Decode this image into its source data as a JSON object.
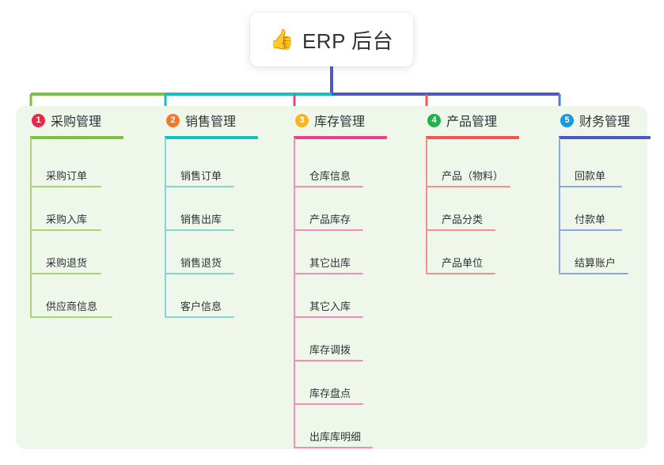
{
  "root": {
    "icon": "thumbs-up-icon",
    "emoji": "👍",
    "title": "ERP 后台"
  },
  "panel": {
    "background_color": "#eef7e9"
  },
  "connector_colors": {
    "center_stem": "#4a59c4",
    "segment_1": "#7ac143",
    "segment_2": "#14c2bd",
    "segment_3": "#4a59c4",
    "segment_4": "#4a59c4",
    "segment_5": "#4a59c4",
    "drop_1": "#7ac143",
    "drop_2": "#14c2bd",
    "drop_3": "#ec3f8e",
    "drop_4": "#f9534f",
    "drop_5": "#4a7fd4"
  },
  "columns": [
    {
      "index": "1",
      "badge_color": "#e8294a",
      "line_color": "#7ac143",
      "leaf_line_color": "#a9d46f",
      "title": "采购管理",
      "head_rule_width": 118,
      "width": 170,
      "leaves": [
        {
          "label": "采购订单",
          "rule_width": 90
        },
        {
          "label": "采购入库",
          "rule_width": 90
        },
        {
          "label": "采购退货",
          "rule_width": 90
        },
        {
          "label": "供应商信息",
          "rule_width": 104
        }
      ]
    },
    {
      "index": "2",
      "badge_color": "#f4772e",
      "line_color": "#14c2bd",
      "leaf_line_color": "#7fd9d1",
      "title": "销售管理",
      "head_rule_width": 118,
      "width": 163,
      "leaves": [
        {
          "label": "销售订单",
          "rule_width": 88
        },
        {
          "label": "销售出库",
          "rule_width": 88
        },
        {
          "label": "销售退货",
          "rule_width": 88
        },
        {
          "label": "客户信息",
          "rule_width": 88
        }
      ]
    },
    {
      "index": "3",
      "badge_color": "#f6b521",
      "line_color": "#ec3f8e",
      "leaf_line_color": "#ef8dbb",
      "title": "库存管理",
      "head_rule_width": 118,
      "width": 167,
      "leaves": [
        {
          "label": "仓库信息",
          "rule_width": 88
        },
        {
          "label": "产品库存",
          "rule_width": 88
        },
        {
          "label": "其它出库",
          "rule_width": 88
        },
        {
          "label": "其它入库",
          "rule_width": 88
        },
        {
          "label": "库存调拨",
          "rule_width": 88
        },
        {
          "label": "库存盘点",
          "rule_width": 88
        },
        {
          "label": "出库库明细",
          "rule_width": 100
        }
      ]
    },
    {
      "index": "4",
      "badge_color": "#21b24b",
      "line_color": "#f9534f",
      "leaf_line_color": "#f4908c",
      "title": "产品管理",
      "head_rule_width": 118,
      "width": 168,
      "leaves": [
        {
          "label": "产品（物料）",
          "rule_width": 107
        },
        {
          "label": "产品分类",
          "rule_width": 88
        },
        {
          "label": "产品单位",
          "rule_width": 88
        }
      ]
    },
    {
      "index": "5",
      "badge_color": "#1799dd",
      "line_color": "#4a59c4",
      "leaf_line_color": "#8aa7de",
      "title": "财务管理",
      "head_rule_width": 116,
      "width": 130,
      "leaves": [
        {
          "label": "回款单",
          "rule_width": 80
        },
        {
          "label": "付款单",
          "rule_width": 80
        },
        {
          "label": "结算账户",
          "rule_width": 88
        }
      ]
    }
  ]
}
